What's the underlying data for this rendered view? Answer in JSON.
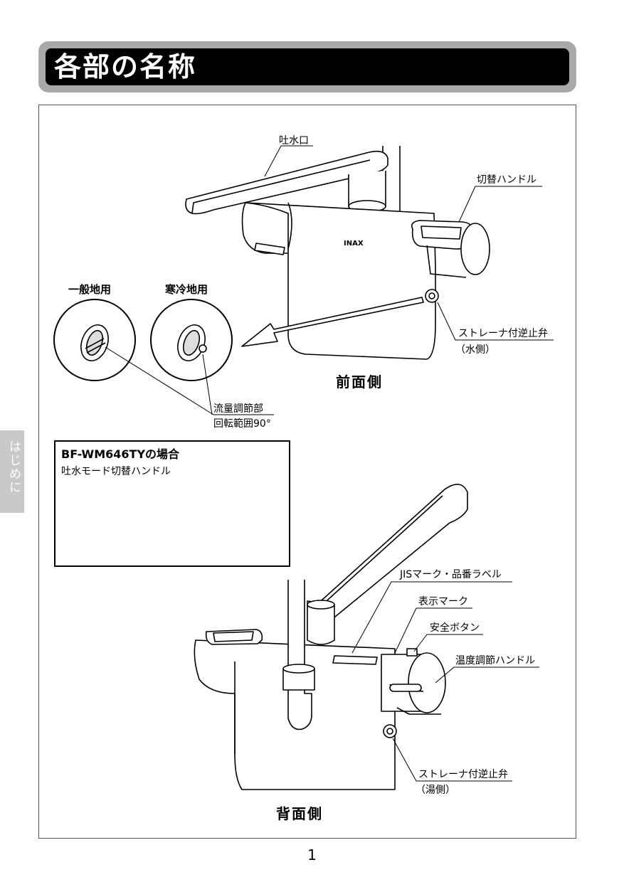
{
  "page": {
    "title": "各部の名称",
    "side_tab": "はじめに",
    "page_number": "1"
  },
  "front": {
    "caption": "前面側",
    "labels": {
      "spout": "吐水口",
      "switch_handle": "切替ハンドル",
      "strainer": "ストレーナ付逆止弁",
      "strainer_side": "（水側）",
      "brand": "INAX"
    },
    "circles": {
      "general": "一般地用",
      "cold": "寒冷地用"
    },
    "flow": {
      "label": "流量調節部",
      "range": "回転範囲90°"
    }
  },
  "inset": {
    "title": "BF-WM646TYの場合",
    "handle_label": "吐水モード切替ハンドル"
  },
  "back": {
    "caption": "背面側",
    "labels": {
      "jis": "JISマーク・品番ラベル",
      "indicator": "表示マーク",
      "safety": "安全ボタン",
      "temp_handle": "温度調節ハンドル",
      "strainer": "ストレーナ付逆止弁",
      "strainer_side": "（湯側）"
    }
  }
}
